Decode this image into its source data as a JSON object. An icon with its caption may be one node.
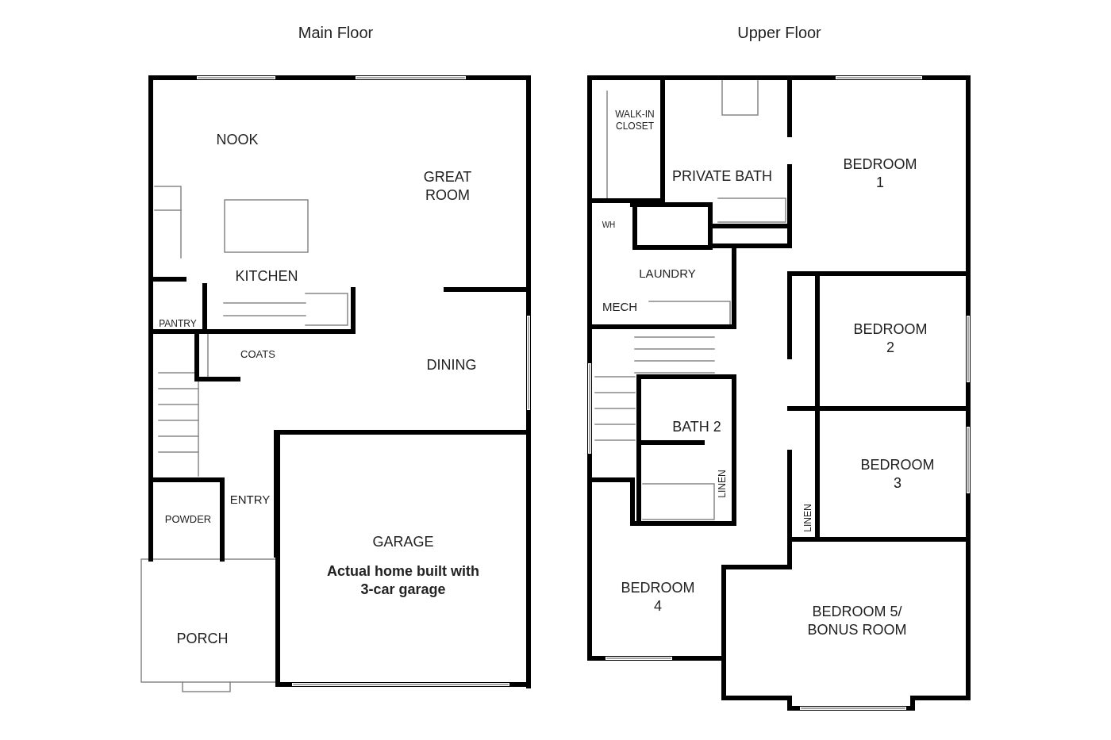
{
  "diagram": {
    "labels": [
      "Main Floor",
      "Upper Floor",
      "NOOK",
      "GREAT ROOM",
      "KITCHEN",
      "PANTRY",
      "COATS",
      "DINING",
      "POWDER",
      "ENTRY",
      "GARAGE",
      "Actual home built with 3-car garage",
      "PORCH",
      "WALK-IN CLOSET",
      "PRIVATE BATH",
      "BEDROOM 1",
      "WH",
      "LAUNDRY",
      "MECH",
      "BEDROOM 2",
      "BATH 2",
      "LINEN",
      "BEDROOM 3",
      "LINEN",
      "BEDROOM 4",
      "BEDROOM 5/ BONUS ROOM"
    ]
  }
}
